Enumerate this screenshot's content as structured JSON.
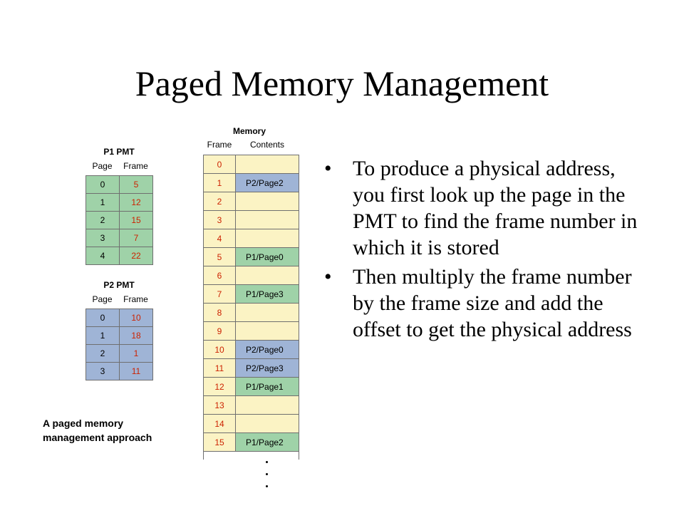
{
  "slide": {
    "title": "Paged Memory Management"
  },
  "p1_pmt": {
    "title": "P1 PMT",
    "headers": [
      "Page",
      "Frame"
    ],
    "rows": [
      [
        "0",
        "5"
      ],
      [
        "1",
        "12"
      ],
      [
        "2",
        "15"
      ],
      [
        "3",
        "7"
      ],
      [
        "4",
        "22"
      ]
    ],
    "color": "#9fd2a8"
  },
  "p2_pmt": {
    "title": "P2 PMT",
    "headers": [
      "Page",
      "Frame"
    ],
    "rows": [
      [
        "0",
        "10"
      ],
      [
        "1",
        "18"
      ],
      [
        "2",
        "1"
      ],
      [
        "3",
        "11"
      ]
    ],
    "color": "#9fb4d6"
  },
  "memory": {
    "title": "Memory",
    "headers": [
      "Frame",
      "Contents"
    ],
    "rows": [
      {
        "frame": "0",
        "contents": "",
        "color": "yellow"
      },
      {
        "frame": "1",
        "contents": "P2/Page2",
        "color": "blue"
      },
      {
        "frame": "2",
        "contents": "",
        "color": "yellow"
      },
      {
        "frame": "3",
        "contents": "",
        "color": "yellow"
      },
      {
        "frame": "4",
        "contents": "",
        "color": "yellow"
      },
      {
        "frame": "5",
        "contents": "P1/Page0",
        "color": "green"
      },
      {
        "frame": "6",
        "contents": "",
        "color": "yellow"
      },
      {
        "frame": "7",
        "contents": "P1/Page3",
        "color": "green"
      },
      {
        "frame": "8",
        "contents": "",
        "color": "yellow"
      },
      {
        "frame": "9",
        "contents": "",
        "color": "yellow"
      },
      {
        "frame": "10",
        "contents": "P2/Page0",
        "color": "blue"
      },
      {
        "frame": "11",
        "contents": "P2/Page3",
        "color": "blue"
      },
      {
        "frame": "12",
        "contents": "P1/Page1",
        "color": "green"
      },
      {
        "frame": "13",
        "contents": "",
        "color": "yellow"
      },
      {
        "frame": "14",
        "contents": "",
        "color": "yellow"
      },
      {
        "frame": "15",
        "contents": "P1/Page2",
        "color": "green"
      }
    ],
    "colors": {
      "yellow": "#fbf3c4",
      "green": "#9fd2a8",
      "blue": "#9fb4d6"
    }
  },
  "caption": "A paged memory management approach",
  "bullets": [
    "To produce a physical address, you first look up the page in the PMT to find the frame number in which it is stored",
    "Then multiply the frame number by the frame size and add the offset to get the physical address"
  ]
}
